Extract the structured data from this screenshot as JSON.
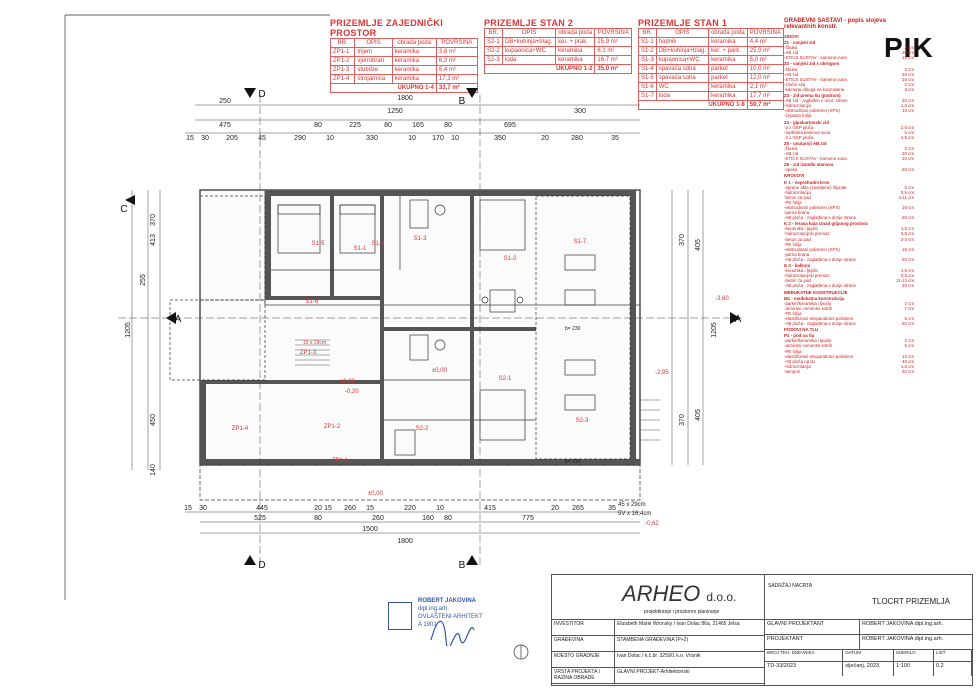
{
  "logo": {
    "text": "PIK"
  },
  "tables": {
    "zajednicki": {
      "title": "PRIZEMLJE ZAJEDNIČKI PROSTOR",
      "headers": [
        "BR.",
        "OPIS",
        "obrada poda",
        "POVRŠINA"
      ],
      "rows": [
        [
          "ZP1-1",
          "trijem",
          "keramika",
          "3,8 m²"
        ],
        [
          "ZP1-2",
          "vjetrobran",
          "keramika",
          "6,2 m²"
        ],
        [
          "ZP1-3",
          "stubište",
          "keramika",
          "6,4 m²"
        ],
        [
          "ZP1-4",
          "strojarnica",
          "keramika",
          "17,3 m²"
        ]
      ],
      "total": [
        "UKUPNO 1-4",
        "33,7 m²"
      ]
    },
    "stan2": {
      "title": "PRIZEMLJE STAN 2",
      "headers": [
        "BR.",
        "OPIS",
        "obrada poda",
        "POVRŠINA"
      ],
      "rows": [
        [
          "S2-1",
          "DB+kuhinja+blag.",
          "ker. + prak.",
          "25,9 m²"
        ],
        [
          "S2-2",
          "kupaonica+WC",
          "keramika",
          "6,1 m²"
        ],
        [
          "S2-3",
          "loda",
          "keramika",
          "16,7 m²"
        ]
      ],
      "total": [
        "UKUPNO 1-2",
        "35,0 m²"
      ]
    },
    "stan1": {
      "title": "PRIZEMLJE STAN 1",
      "headers": [
        "BR.",
        "OPIS",
        "obrada poda",
        "POVRŠINA"
      ],
      "rows": [
        [
          "S1-1",
          "hodnik",
          "keramika",
          "4,4 m²"
        ],
        [
          "S1-2",
          "DB+kuhinja+blag.",
          "ker. + park.",
          "25,9 m²"
        ],
        [
          "S1-3",
          "kupaonica+WC",
          "keramika",
          "5,0 m²"
        ],
        [
          "S1-4",
          "spavaća soba",
          "parket",
          "10,0 m²"
        ],
        [
          "S1-5",
          "spavaća soba",
          "parket",
          "12,0 m²"
        ],
        [
          "S1-6",
          "WC",
          "keramika",
          "2,1 m²"
        ],
        [
          "S1-7",
          "loda",
          "keramika",
          "17,7 m²"
        ]
      ],
      "total": [
        "UKUPNO 1-8",
        "59,7 m²"
      ]
    }
  },
  "layers": {
    "title": "GRAĐEVNI SASTAVI - popis slojeva relevantnih konstr.",
    "lines": [
      {
        "t": "ZIDOVI",
        "h": true,
        "v": ""
      },
      {
        "t": "Z1 - vanjski zid",
        "h": true,
        "v": ""
      },
      {
        "t": "-žbuka",
        "h": false,
        "v": "2 cm"
      },
      {
        "t": "-AB zid",
        "h": false,
        "v": "20 cm"
      },
      {
        "t": "-ETICS SUSTAV - kamena vuna",
        "h": false,
        "v": "15 cm"
      },
      {
        "t": "Z2 - vanjski zid s obrogom",
        "h": true,
        "v": ""
      },
      {
        "t": "-žbuka",
        "h": false,
        "v": "2 cm"
      },
      {
        "t": "-AB zid",
        "h": false,
        "v": "20 cm"
      },
      {
        "t": "-ETICS SUSTAV - kamena vuna",
        "h": false,
        "v": "15 cm"
      },
      {
        "t": "-zračni sloj",
        "h": false,
        "v": "2 cm"
      },
      {
        "t": "-kamena obloga na konzolama",
        "h": false,
        "v": "3 cm"
      },
      {
        "t": "Z3 - zid prema tlu (podrum)",
        "h": true,
        "v": ""
      },
      {
        "t": "-AB zid - zaglađen s unut. strane",
        "h": false,
        "v": "20 cm"
      },
      {
        "t": "-hidroizolacija",
        "h": false,
        "v": "1,5 cm"
      },
      {
        "t": "-ekstrudirani polistiren (XPS)",
        "h": false,
        "v": "10 cm"
      },
      {
        "t": "-čepasta folija",
        "h": false,
        "v": ""
      },
      {
        "t": "Z4 - gipskartonski zid",
        "h": true,
        "v": ""
      },
      {
        "t": "-2 x GKP ploča",
        "h": false,
        "v": "2,5 cm"
      },
      {
        "t": "-toplinska kamena vuna",
        "h": false,
        "v": "5 cm"
      },
      {
        "t": "-2 x GKP ploča",
        "h": false,
        "v": "2,5 cm"
      },
      {
        "t": "Z5 - unutarnji AB zid",
        "h": true,
        "v": ""
      },
      {
        "t": "-žbuka",
        "h": false,
        "v": "2 cm"
      },
      {
        "t": "-AB zid",
        "h": false,
        "v": "20 cm"
      },
      {
        "t": "-ETICS SUSTAV - kamena vuna",
        "h": false,
        "v": "10 cm"
      },
      {
        "t": "Z6 - zid između stanova",
        "h": true,
        "v": ""
      },
      {
        "t": "-opeka",
        "h": false,
        "v": "20 cm"
      },
      {
        "t": "KROVOVI",
        "h": true,
        "v": ""
      },
      {
        "t": "K 1 - neprohodni krov",
        "h": true,
        "v": ""
      },
      {
        "t": "-oprane oble (zaobljene) šljunak",
        "h": false,
        "v": "5 cm"
      },
      {
        "t": "-hidroizolacija",
        "h": false,
        "v": "0,5 cm"
      },
      {
        "t": "-beton za pad",
        "h": false,
        "v": "4-11 cm"
      },
      {
        "t": "-PE folija",
        "h": false,
        "v": ""
      },
      {
        "t": "-ekstrudirani polistiren (XPS)",
        "h": false,
        "v": "16 cm"
      },
      {
        "t": "-parna brana",
        "h": false,
        "v": ""
      },
      {
        "t": "-AB ploča - zaglađena s donje strane",
        "h": false,
        "v": "20 cm"
      },
      {
        "t": "K 2 - terasa kata iznad grijanog prostora",
        "h": true,
        "v": ""
      },
      {
        "t": "-keramika i ljepilo",
        "h": false,
        "v": "1,5 cm"
      },
      {
        "t": "-hidroizolacijski premaz",
        "h": false,
        "v": "0,5 cm"
      },
      {
        "t": "-beton za pad",
        "h": false,
        "v": "2-3 cm"
      },
      {
        "t": "-PE folija",
        "h": false,
        "v": ""
      },
      {
        "t": "-ekstrudirani polistiren (XPS)",
        "h": false,
        "v": "16 cm"
      },
      {
        "t": "-parna brana",
        "h": false,
        "v": ""
      },
      {
        "t": "-AB ploča - zaglađena s donje strane",
        "h": false,
        "v": "20 cm"
      },
      {
        "t": "K 3 - balkoni",
        "h": true,
        "v": ""
      },
      {
        "t": "-keramika i ljepilo",
        "h": false,
        "v": "1,5 cm"
      },
      {
        "t": "-hidroizolacijski premaz",
        "h": false,
        "v": "0,5 cm"
      },
      {
        "t": "-beton za pad",
        "h": false,
        "v": "11-13 cm"
      },
      {
        "t": "-AB ploča - zaglađena s donje strane",
        "h": false,
        "v": "20 cm"
      },
      {
        "t": "MEĐUKATNE KONSTRUKCIJE",
        "h": true,
        "v": ""
      },
      {
        "t": "M1 - međukatna konstrukcija",
        "h": true,
        "v": ""
      },
      {
        "t": "-parket/keramika i ljepilo",
        "h": false,
        "v": "2 cm"
      },
      {
        "t": "-armirani cementni estrih",
        "h": false,
        "v": "7 cm"
      },
      {
        "t": "-PE folija",
        "h": false,
        "v": ""
      },
      {
        "t": "-elastificirani ekspandirani polistiren",
        "h": false,
        "v": "6 cm"
      },
      {
        "t": "-AB ploča - zaglađena s donje strane",
        "h": false,
        "v": "20 cm"
      },
      {
        "t": "PODOVI NA TLU",
        "h": true,
        "v": ""
      },
      {
        "t": "P1 - pod na tlu",
        "h": true,
        "v": ""
      },
      {
        "t": "-parket/keramika i ljepilo",
        "h": false,
        "v": "2 cm"
      },
      {
        "t": "-armirani cementni estrih",
        "h": false,
        "v": "6 cm"
      },
      {
        "t": "-PE folija",
        "h": false,
        "v": ""
      },
      {
        "t": "-elastificirani ekspandirani polistiren",
        "h": false,
        "v": "12 cm"
      },
      {
        "t": "-AB ploča na tlu",
        "h": false,
        "v": "40 cm"
      },
      {
        "t": "-hidroizolacija",
        "h": false,
        "v": "1,5 cm"
      },
      {
        "t": "-tampon",
        "h": false,
        "v": "20 cm"
      }
    ]
  },
  "dims": {
    "top1": [
      "250",
      "1800",
      "1250",
      "300"
    ],
    "top2": [
      "475",
      "80",
      "225",
      "80",
      "165",
      "80",
      "695"
    ],
    "top3": [
      "15",
      "30",
      "205",
      "45",
      "290",
      "10",
      "330",
      "10",
      "170",
      "10",
      "350",
      "20",
      "280",
      "35"
    ],
    "bottom1": [
      "15",
      "30",
      "445",
      "20",
      "15",
      "260",
      "15",
      "220",
      "10",
      "415",
      "20",
      "265",
      "35"
    ],
    "bottom2": [
      "525",
      "80",
      "260",
      "160",
      "80",
      "775"
    ],
    "bottom3": [
      "1500",
      "1800"
    ],
    "left": [
      "1205",
      "413",
      "255",
      "450",
      "370",
      "140"
    ],
    "right": [
      "370",
      "405",
      "1205",
      "370",
      "405"
    ]
  },
  "sections": [
    "D",
    "D",
    "B",
    "B",
    "C",
    "A",
    "A"
  ],
  "rooms": [
    "S1-1",
    "S1-2",
    "S1-3",
    "S1-4",
    "S1-5",
    "S1-6",
    "S1-7",
    "S2-1",
    "S2-2",
    "S2-3",
    "ZP1-1",
    "ZP1-2",
    "ZP1-3",
    "ZP1-4"
  ],
  "levels": [
    "±0,00",
    "-0,20",
    "-3,60",
    "-2,95",
    "-0,62",
    "±0,00",
    "±0,00"
  ],
  "titleblock": {
    "company": "ARHEO",
    "company_suffix": "d.o.o.",
    "company_sub": "projektiranje i prostorno planiranje",
    "sadrzaj_label": "SADRŽAJ NACRTA",
    "sadrzaj_value": "TLOCRT PRIZEMLJA",
    "rows": [
      {
        "label": "INVESTITOR",
        "value": "Elizabeth Marie Wronsky / Ivan Dolac 86a, 21465 Jelsa"
      },
      {
        "label": "GRAĐEVINA",
        "value": "STAMBENA GRAĐEVINA (P+2)"
      },
      {
        "label": "MJESTO GRADNJE",
        "value": "Ivan Dolac / k.č.br. 3259/1 k.o. Vrisnik"
      },
      {
        "label": "VRSTA PROJEKTA I RAZINA OBRADE",
        "value": "GLAVNI PROJEKT-Arhitektonski"
      }
    ],
    "right_rows": [
      {
        "label": "GLAVNI PROJEKTANT",
        "value": "ROBERT JAKOVINA dipl.ing.arh."
      },
      {
        "label": "PROJEKTANT",
        "value": "ROBERT JAKOVINA dipl.ing.arh."
      }
    ],
    "bottom_labels": [
      "BROJ TEH. DNEVNIKA",
      "DATUM",
      "MJERILO",
      "LIST"
    ],
    "bottom_values": [
      "TD-33/2023",
      "siječanj, 2023.",
      "1:100",
      "0.2"
    ]
  },
  "stamp": {
    "name": "ROBERT JAKOVINA",
    "title": "dipl.ing.arh.",
    "role": "OVLAŠTENI ARHITEKT",
    "num": "A 1901"
  },
  "misc": {
    "stair": "15 x 29cm",
    "stair2": "45 x 29cm",
    "stair3": "5V x 16,4cm",
    "b230a": "b= 230",
    "b230b": "b= 230"
  }
}
